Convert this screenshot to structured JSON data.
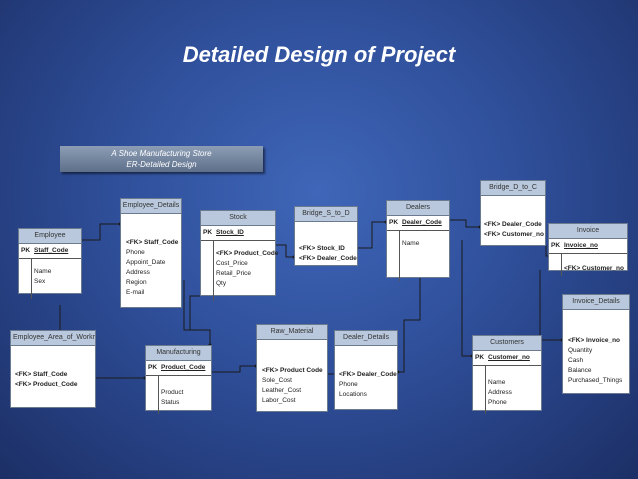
{
  "title": "Detailed Design of Project",
  "banner": {
    "line1": "A Shoe Manufacturing Store",
    "line2": "ER-Detailed Design"
  },
  "entities": {
    "employee": {
      "name": "Employee",
      "pk": "PK",
      "pk_field": "Staff_Code",
      "fields": [
        "Name",
        "Sex"
      ]
    },
    "employee_details": {
      "name": "Employee_Details",
      "fields": [
        "<FK> Staff_Code",
        "Phone",
        "Appoint_Date",
        "Address",
        "Region",
        "E-mail"
      ]
    },
    "stock": {
      "name": "Stock",
      "pk": "PK",
      "pk_field": "Stock_ID",
      "fields": [
        "<FK> Product_Code",
        "Cost_Price",
        "Retail_Price",
        "Qty"
      ]
    },
    "bridge_s_to_d": {
      "name": "Bridge_S_to_D",
      "fields": [
        "<FK> Stock_ID",
        "<FK> Dealer_Code"
      ]
    },
    "dealers": {
      "name": "Dealers",
      "pk": "PK",
      "pk_field": "Dealer_Code",
      "fields": [
        "Name"
      ]
    },
    "bridge_d_to_c": {
      "name": "Bridge_D_to_C",
      "fields": [
        "<FK> Dealer_Code",
        "<FK> Customer_no"
      ]
    },
    "invoice": {
      "name": "Invoice",
      "pk": "PK",
      "pk_field": "Invoice_no",
      "fields": [
        "<FK> Customer_no"
      ]
    },
    "invoice_details": {
      "name": "Invoice_Details",
      "fields": [
        "<FK> Invoice_no",
        "Quantity",
        "Cash",
        "Balance",
        "Purchased_Things"
      ]
    },
    "employee_area_of_work": {
      "name": "Employee_Area_of_Workr",
      "fields": [
        "<FK> Staff_Code",
        "<FK> Product_Code"
      ]
    },
    "manufacturing": {
      "name": "Manufacturing",
      "pk": "PK",
      "pk_field": "Product_Code",
      "fields": [
        "Product",
        "Status"
      ]
    },
    "raw_material": {
      "name": "Raw_Material",
      "fields": [
        "<FK> Product Code",
        "Sole_Cost",
        "Leather_Cost",
        "Labor_Cost"
      ]
    },
    "dealer_details": {
      "name": "Dealer_Details",
      "fields": [
        "<FK> Dealer_Code",
        "Phone",
        "Locations"
      ]
    },
    "customers": {
      "name": "Customers",
      "pk": "PK",
      "pk_field": "Customer_no",
      "fields": [
        "Name",
        "Address",
        "Phone"
      ]
    }
  },
  "colors": {
    "background": "#2f4f9a",
    "entity_header": "#b9c8dc",
    "entity_body": "#ffffff",
    "connector": "#1a1a1a"
  }
}
